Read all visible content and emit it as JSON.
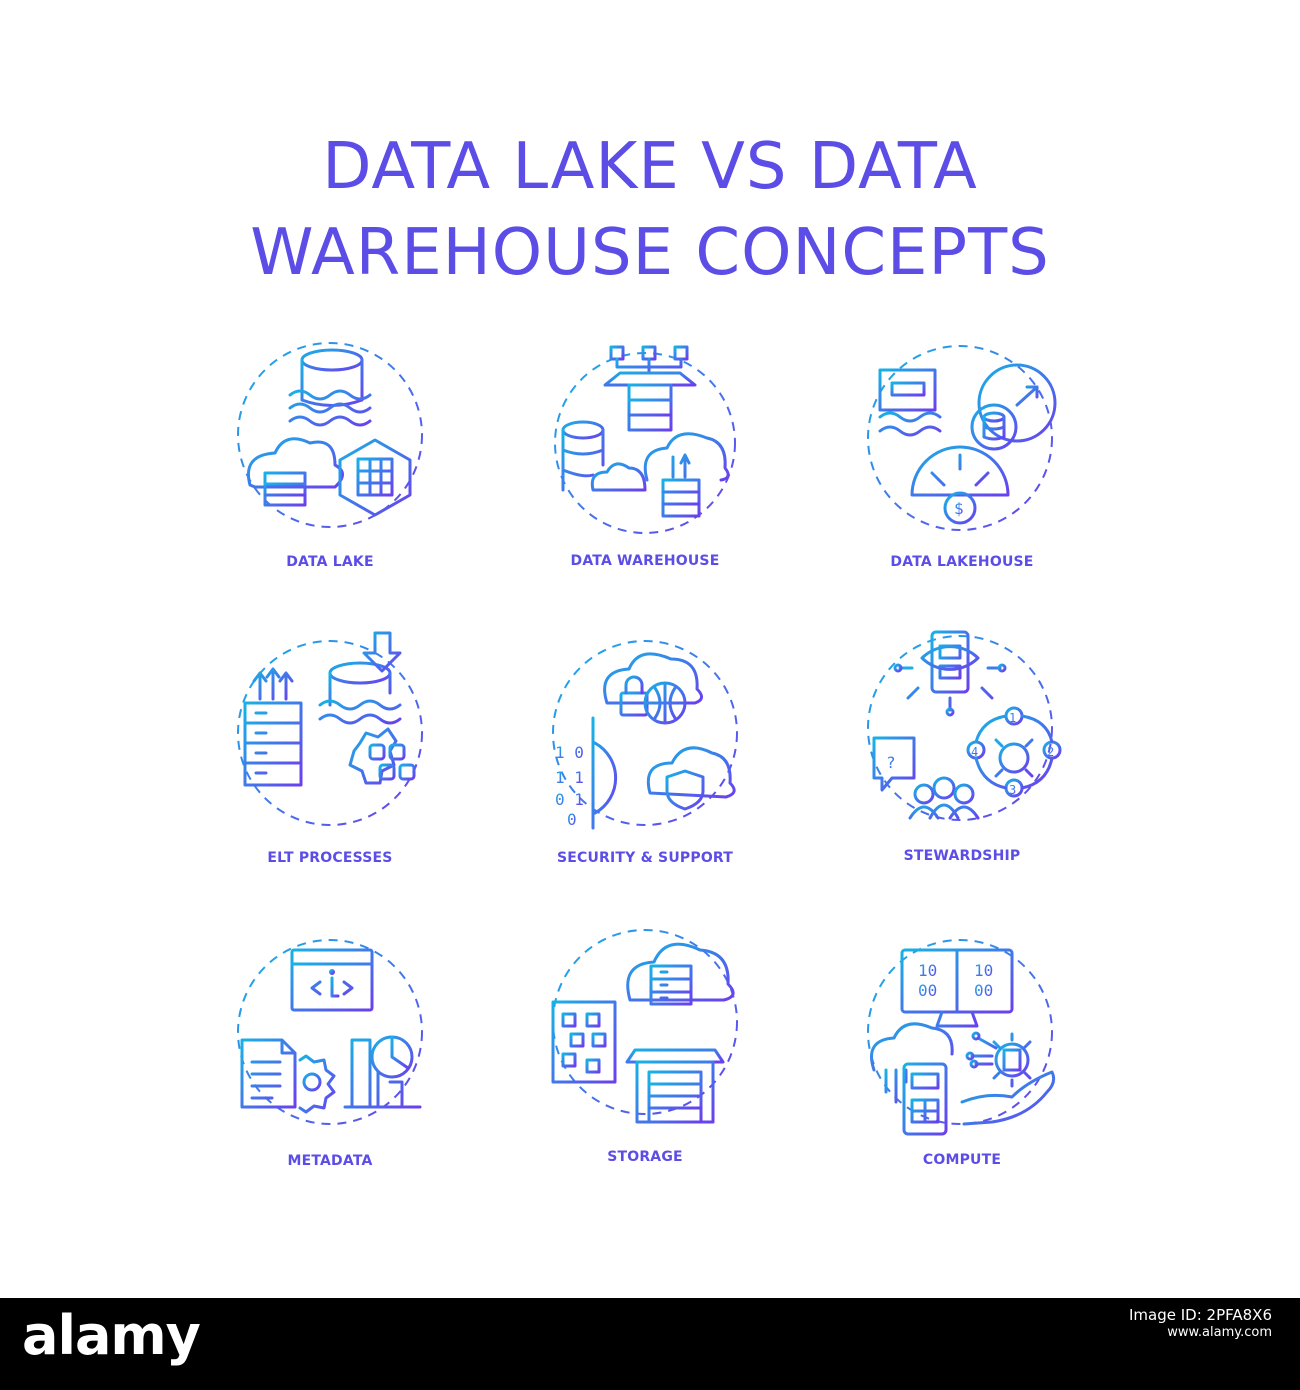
{
  "title_line1": "DATA LAKE VS DATA",
  "title_line2": "WAREHOUSE CONCEPTS",
  "colors": {
    "gradient_start": "#17b2e6",
    "gradient_end": "#6a3ff0",
    "text": "#5b4de6",
    "footer": "#000000"
  },
  "icons": [
    {
      "label": "DATA LAKE",
      "icon": "data-lake-icon"
    },
    {
      "label": "DATA WAREHOUSE",
      "icon": "data-warehouse-icon"
    },
    {
      "label": "DATA LAKEHOUSE",
      "icon": "data-lakehouse-icon"
    },
    {
      "label": "ELT PROCESSES",
      "icon": "elt-processes-icon"
    },
    {
      "label": "SECURITY & SUPPORT",
      "icon": "security-support-icon"
    },
    {
      "label": "STEWARDSHIP",
      "icon": "stewardship-icon"
    },
    {
      "label": "METADATA",
      "icon": "metadata-icon"
    },
    {
      "label": "STORAGE",
      "icon": "storage-icon"
    },
    {
      "label": "COMPUTE",
      "icon": "compute-icon"
    }
  ],
  "glyphs": {
    "binary_a": "1 0",
    "binary_b": "1 1",
    "binary_c": "0 1",
    "binary_d": "0",
    "comp_bits": "10",
    "comp_bits2": "00",
    "question": "?",
    "dollar": "$",
    "step1": "1",
    "step2": "2",
    "step3": "3",
    "step4": "4"
  },
  "footer": {
    "brand": "alamy",
    "image_id_line": "Image ID: 2PFA8X6",
    "site": "www.alamy.com"
  }
}
